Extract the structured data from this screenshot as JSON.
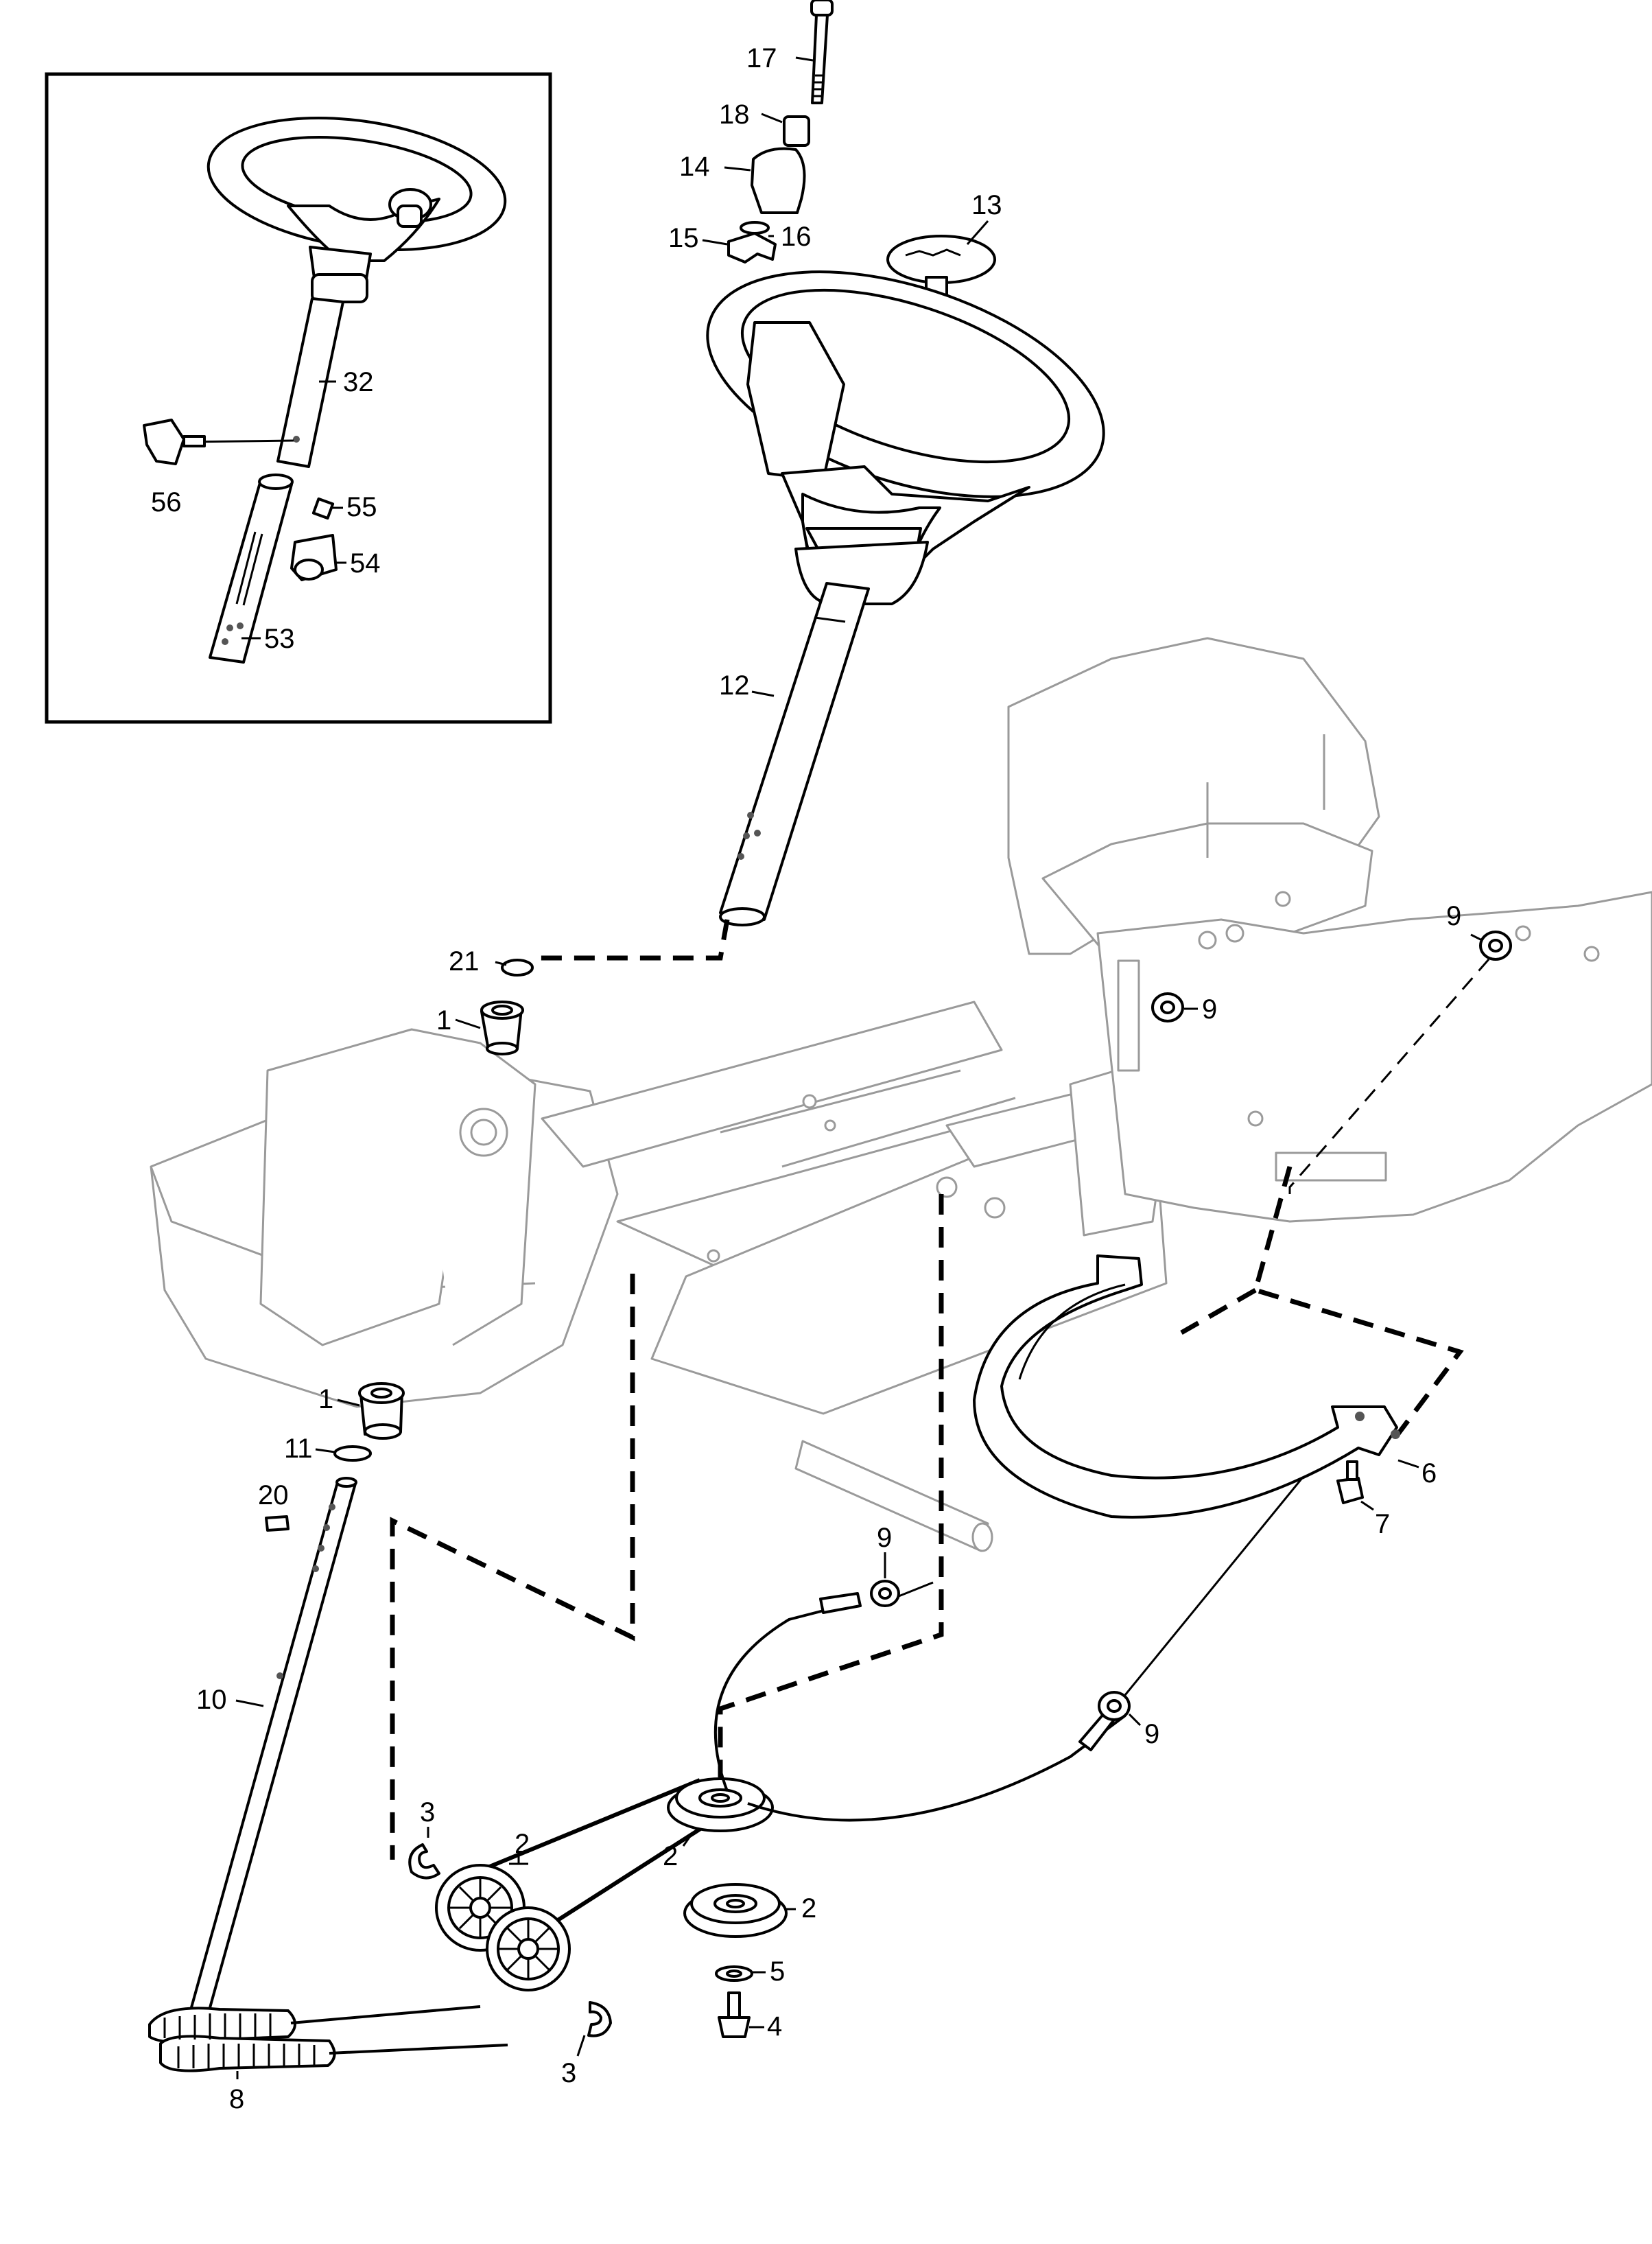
{
  "callouts": {
    "c17": "17",
    "c18": "18",
    "c14": "14",
    "c15": "15",
    "c16": "16",
    "c13": "13",
    "c12": "12",
    "c21": "21",
    "c1_top": "1",
    "c1_bottom": "1",
    "c11": "11",
    "c20": "20",
    "c10": "10",
    "c8": "8",
    "c3_left": "3",
    "c3_right": "3",
    "c2_top_left": "2",
    "c2_mid": "2",
    "c2_right": "2",
    "c5": "5",
    "c4": "4",
    "c9_top": "9",
    "c9_right_top": "9",
    "c9_cable": "9",
    "c9_bottom": "9",
    "c6": "6",
    "c7": "7"
  },
  "inset": {
    "c32": "32",
    "c56": "56",
    "c55": "55",
    "c54": "54",
    "c53": "53"
  }
}
